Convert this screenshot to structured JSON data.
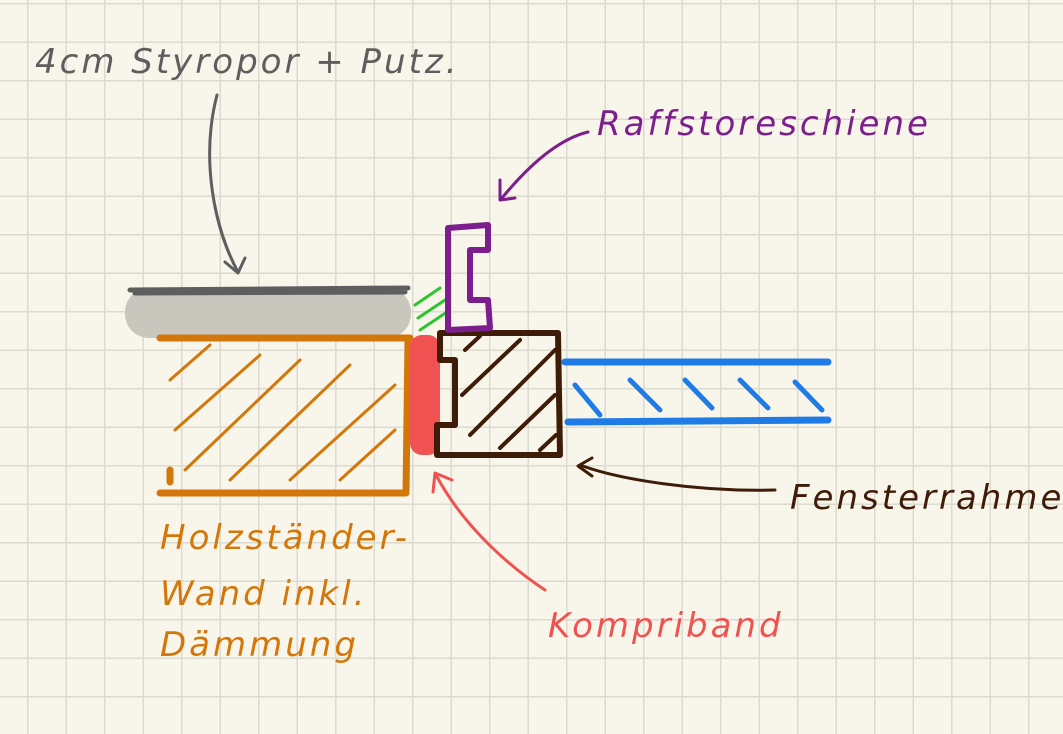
{
  "labels": {
    "insulation": "4cm Styropor + Putz.",
    "rail": "Raffstoreschiene",
    "frame": "Fensterrahmen",
    "tape": "Kompriband",
    "wall_lines": [
      "Holzständer-",
      "Wand inkl.",
      "Dämmung"
    ]
  },
  "colors": {
    "insulation": "#5e5e5e",
    "plaster": "#c9c7bd",
    "wall": "#d4770a",
    "tape": "#f05252",
    "rail": "#7c1f8c",
    "frame": "#3e1c08",
    "glass": "#1f7ce6",
    "seal": "#2ec42e"
  }
}
